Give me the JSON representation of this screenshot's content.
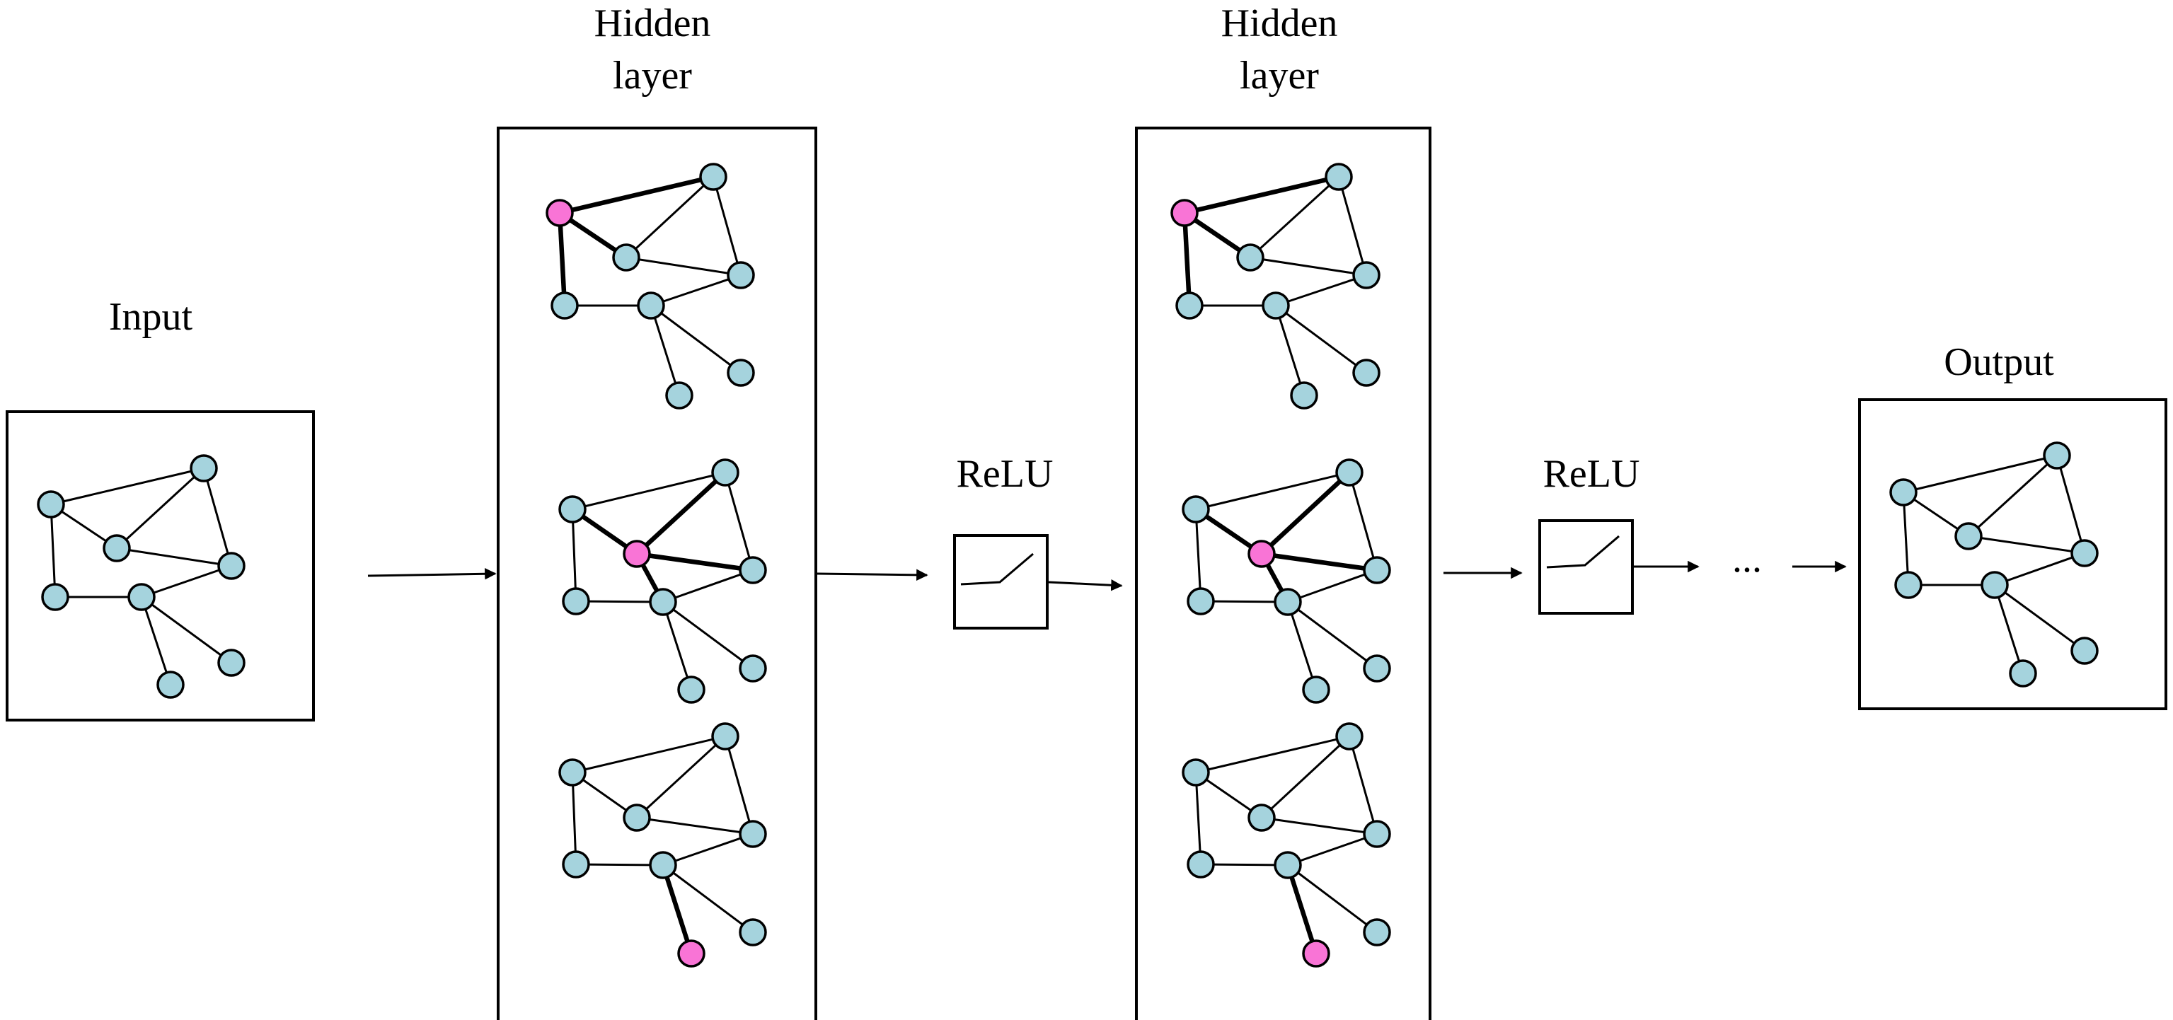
{
  "labels": {
    "input": "Input",
    "hidden1_line1": "Hidden",
    "hidden1_line2": "layer",
    "hidden2_line1": "Hidden",
    "hidden2_line2": "layer",
    "relu1": "ReLU",
    "relu2": "ReLU",
    "output": "Output",
    "ellipsis": "..."
  },
  "colors": {
    "node": "#a5d3dd",
    "highlight": "#f974d6",
    "stroke": "#000000"
  },
  "graph": {
    "nodes": [
      "A",
      "B",
      "C",
      "D",
      "E",
      "F",
      "G",
      "H"
    ],
    "edges": [
      [
        "A",
        "B"
      ],
      [
        "A",
        "C"
      ],
      [
        "A",
        "E"
      ],
      [
        "B",
        "C"
      ],
      [
        "B",
        "D"
      ],
      [
        "C",
        "D"
      ],
      [
        "E",
        "F"
      ],
      [
        "F",
        "D"
      ],
      [
        "F",
        "G"
      ],
      [
        "F",
        "H"
      ]
    ]
  },
  "hidden_layer_panels": [
    {
      "highlight_node": "A",
      "highlight_edges": [
        [
          "A",
          "B"
        ],
        [
          "A",
          "C"
        ],
        [
          "A",
          "E"
        ]
      ]
    },
    {
      "highlight_node": "C",
      "highlight_edges": [
        [
          "A",
          "C"
        ],
        [
          "B",
          "C"
        ],
        [
          "C",
          "D"
        ],
        [
          "C",
          "F"
        ]
      ]
    },
    {
      "highlight_node": "G",
      "highlight_edges": [
        [
          "F",
          "G"
        ]
      ]
    }
  ]
}
